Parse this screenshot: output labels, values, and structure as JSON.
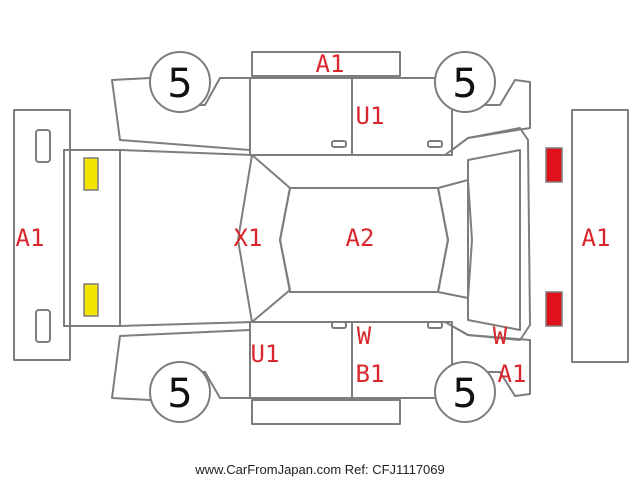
{
  "diagram": {
    "colors": {
      "outline": "#7d7d7d",
      "label": "#d8262c",
      "headlight": "#f2e600",
      "taillight": "#e0101c"
    },
    "labels": {
      "hood": "A1",
      "front_bumper": "A1",
      "rear_bumper": "A1",
      "front_door_top": "U1",
      "windshield": "X1",
      "roof": "A2",
      "front_door_bottom": "U1",
      "rear_door_bottom_1": "W",
      "rear_door_bottom_2": "B1",
      "rear_quarter_1": "W",
      "rear_quarter_2": "A1"
    },
    "tires": {
      "front_left": "5",
      "rear_left": "5",
      "front_right": "5",
      "rear_right": "5"
    }
  },
  "footer": {
    "text": "www.CarFromJapan.com Ref: CFJ1117069"
  }
}
